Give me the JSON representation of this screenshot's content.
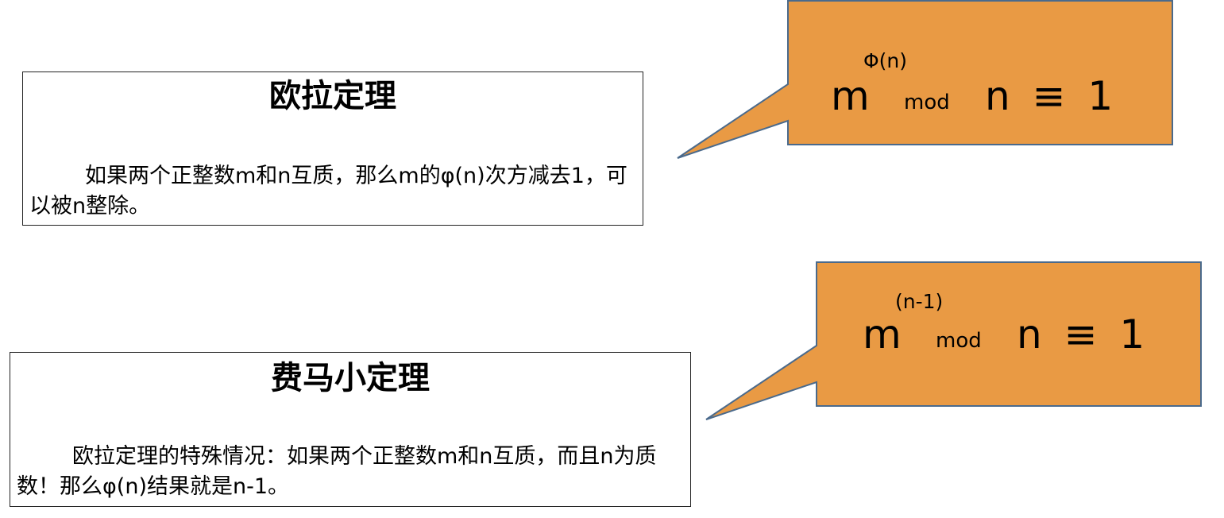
{
  "euler": {
    "title": "欧拉定理",
    "body": "如果两个正整数m和n互质，那么m的φ(n)次方减去1，可以被n整除。",
    "formula": {
      "base": "m",
      "exponent": "Φ(n)",
      "mod": "mod",
      "rest": "n ≡ 1"
    }
  },
  "fermat": {
    "title": "费马小定理",
    "body": "欧拉定理的特殊情况：如果两个正整数m和n互质，而且n为质数！那么φ(n)结果就是n-1。",
    "formula": {
      "base": "m",
      "exponent": "(n-1)",
      "mod": "mod",
      "rest": "n ≡ 1"
    }
  },
  "colors": {
    "callout_fill": "#E99A44",
    "callout_stroke": "#4A6A8C",
    "box_border": "#222222"
  }
}
